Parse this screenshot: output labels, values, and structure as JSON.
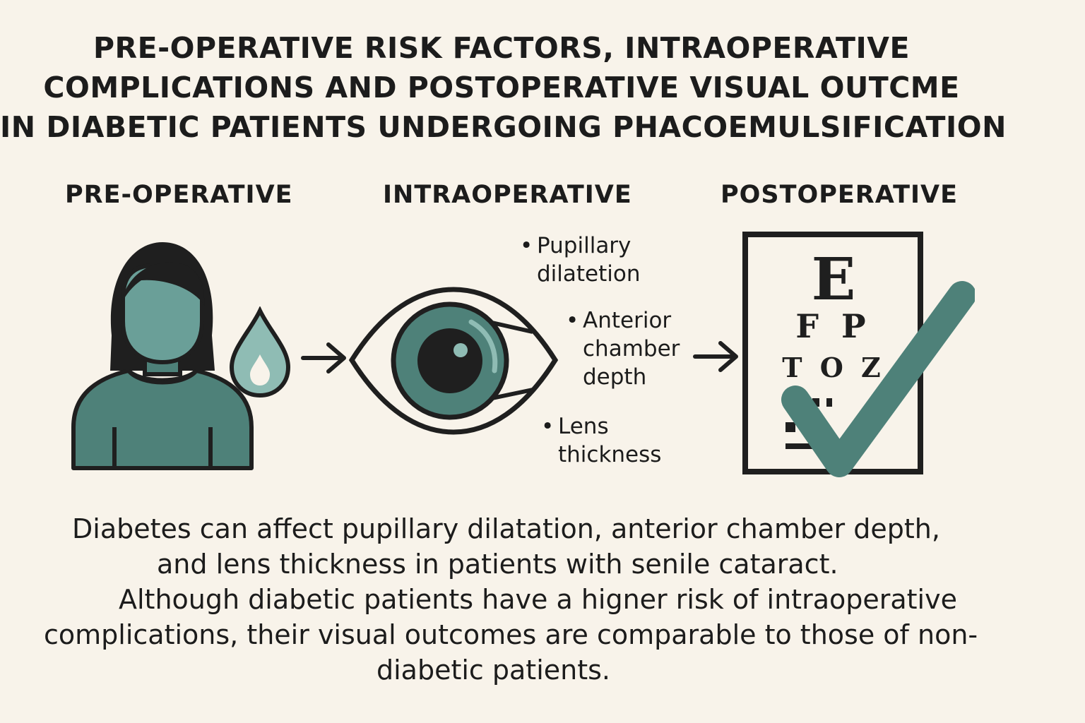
{
  "title": {
    "line1": "PRE-OPERATIVE RISK FACTORS, INTRAOPERATIVE",
    "line2": "COMPLICATIONS AND POSTOPERATIVE VISUAL OUTCME",
    "line3": "IN DIABETIC PATIENTS UNDERGOING PHACOEMULSIFICATION"
  },
  "stages": {
    "pre": "PRE-OPERATIVE",
    "intra": "INTRAOPERATIVE",
    "post": "POSTOPERATIVE"
  },
  "intra_factors": [
    {
      "line1": "Pupillary",
      "line2": "dilatetion"
    },
    {
      "line1": "Anterior",
      "line2": "chamber",
      "line3": "depth"
    },
    {
      "line1": "Lens",
      "line2": "thickness"
    }
  ],
  "eye_chart": {
    "row1": "E",
    "row2": "F P",
    "row3": "T O Z"
  },
  "summary": {
    "line1": "Diabetes can affect pupillary dilatation, anterior chamber depth,",
    "line2": "and lens thickness in patients with senile cataract.",
    "line3": "Although diabetic patients have a higner risk of intraoperative",
    "line4": "complications, their visual outcomes are comparable to those of non-",
    "line5": "diabetic patients."
  },
  "colors": {
    "teal": "#4e8179",
    "teal_light": "#6a9f98",
    "teal_pale": "#8fbcb4",
    "outline": "#1f1f1f",
    "background": "#f8f3ea"
  },
  "icons": [
    "patient-icon",
    "drop-icon",
    "arrow-right-icon",
    "eye-icon",
    "eye-chart-icon",
    "checkmark-icon"
  ]
}
